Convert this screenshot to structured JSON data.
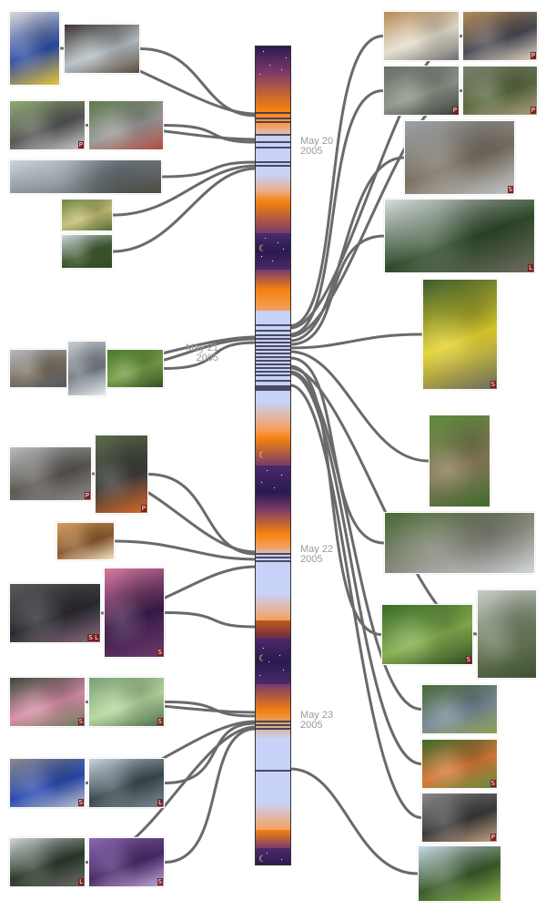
{
  "timeline": {
    "dates": [
      {
        "day": "May 20",
        "year": "2005",
        "side": "right"
      },
      {
        "day": "May 21",
        "year": "2005",
        "side": "left"
      },
      {
        "day": "May 22",
        "year": "2005",
        "side": "right"
      },
      {
        "day": "May 23",
        "year": "2005",
        "side": "right"
      }
    ]
  },
  "photos": [
    {
      "id": "bus",
      "subject": "bus",
      "badge": "",
      "colors": [
        "#d9d9d9",
        "#2a4aa0",
        "#e8c53a"
      ]
    },
    {
      "id": "window-view",
      "subject": "window view of water",
      "badge": "",
      "colors": [
        "#3d3530",
        "#b8c2c8",
        "#5a4a3a"
      ]
    },
    {
      "id": "man-bicycle",
      "subject": "man with bicycle",
      "badge": "P",
      "colors": [
        "#8faa70",
        "#555",
        "#c9c9c9"
      ]
    },
    {
      "id": "parking-lot",
      "subject": "parking lot",
      "badge": "",
      "colors": [
        "#5d7a4b",
        "#9b9b9b",
        "#b04a3c"
      ]
    },
    {
      "id": "beach-panorama",
      "subject": "beach panorama",
      "badge": "",
      "colors": [
        "#cfd6dc",
        "#6f7a80",
        "#4e4a40"
      ]
    },
    {
      "id": "trail-sign",
      "subject": "trail sign",
      "badge": "",
      "colors": [
        "#6d8a45",
        "#c9c07a",
        "#4e6a35"
      ]
    },
    {
      "id": "forest-hills",
      "subject": "forest hills",
      "badge": "",
      "colors": [
        "#cdd8df",
        "#405a30",
        "#2f4a25"
      ]
    },
    {
      "id": "kitchen",
      "subject": "kitchen shelves",
      "badge": "",
      "colors": [
        "#b88a55",
        "#e6e0d0",
        "#6e6e6e"
      ]
    },
    {
      "id": "people-couch",
      "subject": "people on couch",
      "badge": "P",
      "colors": [
        "#b38a58",
        "#4a4a55",
        "#e0d4c0"
      ]
    },
    {
      "id": "tidepool-people",
      "subject": "people at tidepools",
      "badge": "P",
      "colors": [
        "#6a6e66",
        "#8e968a",
        "#3a3e38"
      ]
    },
    {
      "id": "rocks-driftwood",
      "subject": "driftwood on rocks",
      "badge": "P",
      "colors": [
        "#7a7e6e",
        "#5a6a3e",
        "#a89a80"
      ]
    },
    {
      "id": "ducks",
      "subject": "harlequin ducks",
      "badge": "S",
      "colors": [
        "#9aa2a8",
        "#7b6f60",
        "#c0c6c8"
      ]
    },
    {
      "id": "beach-group",
      "subject": "group on beach",
      "badge": "L",
      "colors": [
        "#d8dde0",
        "#2f4a2a",
        "#6c6a5e"
      ]
    },
    {
      "id": "yellow-flowers",
      "subject": "yellow flowers",
      "badge": "S",
      "colors": [
        "#3b5a2e",
        "#e4d22e",
        "#6a6a5e"
      ]
    },
    {
      "id": "boardwalk",
      "subject": "boardwalk in forest",
      "badge": "",
      "colors": [
        "#5a8a3a",
        "#8a7a5a",
        "#3c6a2c"
      ]
    },
    {
      "id": "tidal-shelf",
      "subject": "people on tidal shelf",
      "badge": "",
      "colors": [
        "#4a6a35",
        "#8a8a80",
        "#d0d4d6"
      ]
    },
    {
      "id": "ferns",
      "subject": "skunk cabbage ferns",
      "badge": "S",
      "colors": [
        "#3a6a2a",
        "#86b050",
        "#2c4a22"
      ]
    },
    {
      "id": "tall-trees",
      "subject": "tall trees",
      "badge": "",
      "colors": [
        "#c8ccc8",
        "#6a7a5a",
        "#3e5030"
      ]
    },
    {
      "id": "picnic-group",
      "subject": "group at picnic",
      "badge": "",
      "colors": [
        "#4a6a3a",
        "#7a8a9a",
        "#8aa050"
      ]
    },
    {
      "id": "orange-flowers",
      "subject": "orange flowers",
      "badge": "S",
      "colors": [
        "#3a6a2a",
        "#d87a3a",
        "#5a8a3a"
      ]
    },
    {
      "id": "car-people",
      "subject": "people in car",
      "badge": "P",
      "colors": [
        "#8a8a8a",
        "#3a3a3a",
        "#c0a080"
      ]
    },
    {
      "id": "cars-field",
      "subject": "cars on field",
      "badge": "",
      "colors": [
        "#c8d8e8",
        "#3a5a2a",
        "#8ab04a"
      ]
    },
    {
      "id": "beach-person",
      "subject": "person on beach",
      "badge": "",
      "colors": [
        "#b8bcc0",
        "#7a7060",
        "#505860"
      ]
    },
    {
      "id": "waves",
      "subject": "waves on rocks",
      "badge": "",
      "colors": [
        "#c8ccd0",
        "#707880",
        "#e8ecee"
      ]
    },
    {
      "id": "grass",
      "subject": "grass",
      "badge": "",
      "colors": [
        "#4a7a2e",
        "#7aa04a",
        "#2e5020"
      ]
    },
    {
      "id": "driftwood-log",
      "subject": "driftwood log",
      "badge": "P",
      "colors": [
        "#b8bcc0",
        "#5a5650",
        "#8a8a88"
      ]
    },
    {
      "id": "man-gloves",
      "subject": "man with orange gloves",
      "badge": "P",
      "colors": [
        "#5a6a4a",
        "#3a3a3a",
        "#d86a2a"
      ]
    },
    {
      "id": "hands-crafts",
      "subject": "hands working",
      "badge": "",
      "colors": [
        "#d8a060",
        "#8a5a30",
        "#f0e0c0"
      ]
    },
    {
      "id": "urchin-rock",
      "subject": "urchins in tidepool",
      "badge": "S L",
      "colors": [
        "#5a5a5e",
        "#2a2a30",
        "#8a6a80"
      ]
    },
    {
      "id": "purple-urchin",
      "subject": "purple urchin",
      "badge": "S",
      "colors": [
        "#d87aa0",
        "#3a1a4a",
        "#6a3a6a"
      ]
    },
    {
      "id": "anemone-pink",
      "subject": "pink anemone",
      "badge": "S",
      "colors": [
        "#3a4a3a",
        "#d890a8",
        "#6a7a5a"
      ]
    },
    {
      "id": "anemone-green",
      "subject": "green anemone",
      "badge": "S",
      "colors": [
        "#7aa07a",
        "#b8d8a0",
        "#4a6a4a"
      ]
    },
    {
      "id": "velella",
      "subject": "blue velella",
      "badge": "S",
      "colors": [
        "#8a8a88",
        "#2a4ab0",
        "#c0c4c8"
      ]
    },
    {
      "id": "tideflats",
      "subject": "tide flats",
      "badge": "L",
      "colors": [
        "#c8d4e0",
        "#3a4a50",
        "#7a8890"
      ]
    },
    {
      "id": "rocky-shore",
      "subject": "rocky shore",
      "badge": "L",
      "colors": [
        "#d0d6da",
        "#2a3a2a",
        "#6a6a68"
      ]
    },
    {
      "id": "urchin-closeup",
      "subject": "urchin closeup",
      "badge": "S",
      "colors": [
        "#8a6ab0",
        "#4a2a6a",
        "#c0a8d8"
      ]
    }
  ]
}
